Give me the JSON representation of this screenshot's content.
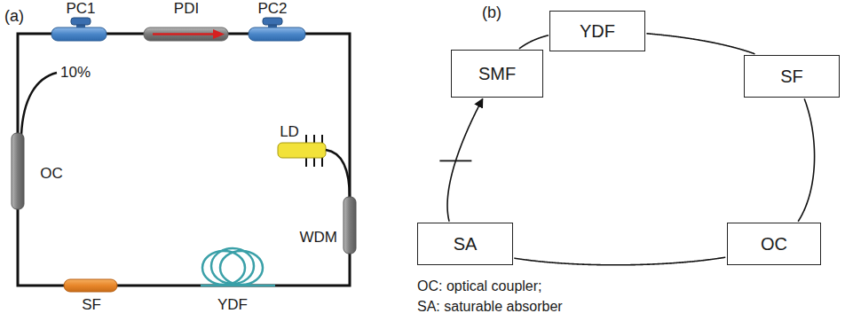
{
  "diagram": {
    "nodes": [
      {
        "text": [
          "YDF"
        ]
      },
      {
        "text": [
          "SF"
        ]
      },
      {
        "text": [
          "OC"
        ]
      },
      {
        "text": [
          "SA"
        ]
      },
      {
        "text": [
          "SMF"
        ]
      }
    ],
    "edges": [
      {
        "from": 0,
        "to": 1,
        "arrow": "none"
      },
      {
        "from": 1,
        "to": 2,
        "arrow": "none"
      },
      {
        "from": 2,
        "to": 3,
        "arrow": "none"
      },
      {
        "from": 3,
        "to": 4,
        "arrow": "to"
      },
      {
        "from": 4,
        "to": 0,
        "arrow": "none"
      }
    ],
    "labels": [
      "(a)",
      "PC1",
      "PDI",
      "PC2",
      "10%",
      "OC",
      "LD",
      "WDM",
      "SF",
      "YDF",
      "(b)",
      "OC: optical coupler;",
      "SA: saturable absorber"
    ]
  }
}
